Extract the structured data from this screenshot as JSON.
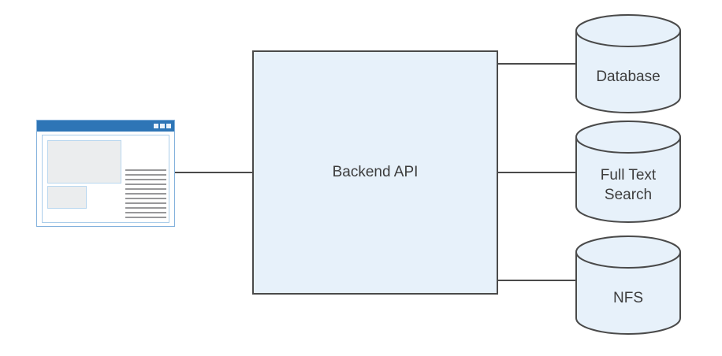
{
  "diagram": {
    "type": "architecture-diagram",
    "backend": {
      "label": "Backend API"
    },
    "client": {
      "icon": "browser-window-icon"
    },
    "stores": [
      {
        "id": "database",
        "label": "Database",
        "shape": "cylinder"
      },
      {
        "id": "full-text-search",
        "label": "Full Text Search",
        "shape": "cylinder"
      },
      {
        "id": "nfs",
        "label": "NFS",
        "shape": "cylinder"
      }
    ],
    "edges": [
      {
        "from": "client",
        "to": "backend"
      },
      {
        "from": "backend",
        "to": "database"
      },
      {
        "from": "backend",
        "to": "full-text-search"
      },
      {
        "from": "backend",
        "to": "nfs"
      }
    ],
    "colors": {
      "node_fill": "#e7f1fa",
      "node_border": "#4a4a4a",
      "connector": "#4a4a4a",
      "label_text": "#3d3d3d",
      "browser_titlebar": "#2e75b6",
      "browser_frame": "#82b1dc",
      "placeholder_fill": "#ebedee",
      "placeholder_border": "#b9d7ef",
      "text_line_gray": "#98989a",
      "background": "#ffffff"
    }
  }
}
